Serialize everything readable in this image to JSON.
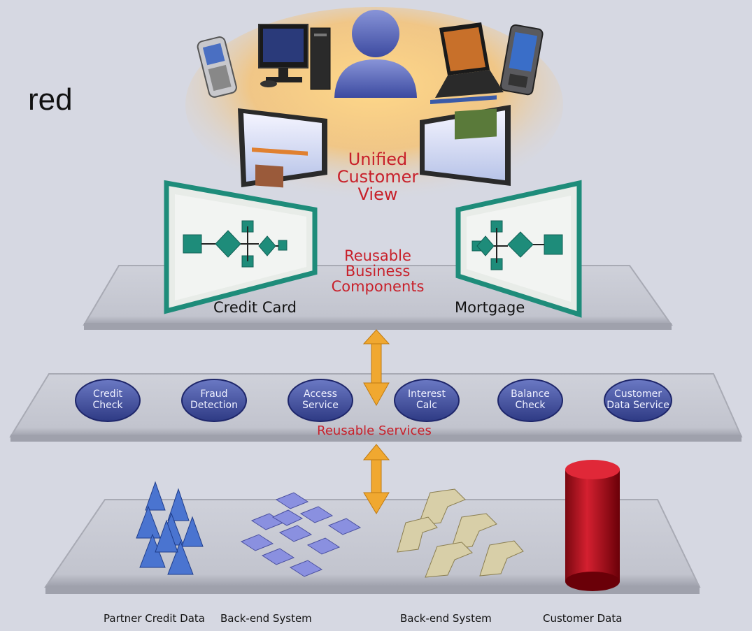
{
  "fragment_text": "red",
  "center": {
    "unified_line1": "Unified",
    "unified_line2": "Customer",
    "unified_line3": "View",
    "reusable_line1": "Reusable",
    "reusable_line2": "Business",
    "reusable_line3": "Components"
  },
  "processes": {
    "left": "Credit Card",
    "right": "Mortgage"
  },
  "services": {
    "label": "Reusable Services",
    "items": [
      {
        "line1": "Credit",
        "line2": "Check"
      },
      {
        "line1": "Fraud",
        "line2": "Detection"
      },
      {
        "line1": "Access",
        "line2": "Service"
      },
      {
        "line1": "Interest",
        "line2": "Calc"
      },
      {
        "line1": "Balance",
        "line2": "Check"
      },
      {
        "line1": "Customer",
        "line2": "Data Service"
      }
    ]
  },
  "data_sources": [
    {
      "label": "Partner Credit Data"
    },
    {
      "label": "Back-end System"
    },
    {
      "label": "Back-end System"
    },
    {
      "label": "Customer Data"
    }
  ],
  "colors": {
    "background": "#d6d8e2",
    "platform": "#c5c7d1",
    "accent_red": "#c8202a",
    "arrow_orange": "#f0a830",
    "process_green": "#1e8c7a",
    "service_blue": "#3a4a9c",
    "database_red": "#b01018"
  },
  "icons": [
    "person-icon",
    "phone-icon",
    "desktop-icon",
    "laptop-icon",
    "pda-icon",
    "browser-screen-icon",
    "process-flow-icon",
    "pyramid-cluster-icon",
    "cube-grid-icon",
    "l-block-cluster-icon",
    "database-cylinder-icon"
  ]
}
